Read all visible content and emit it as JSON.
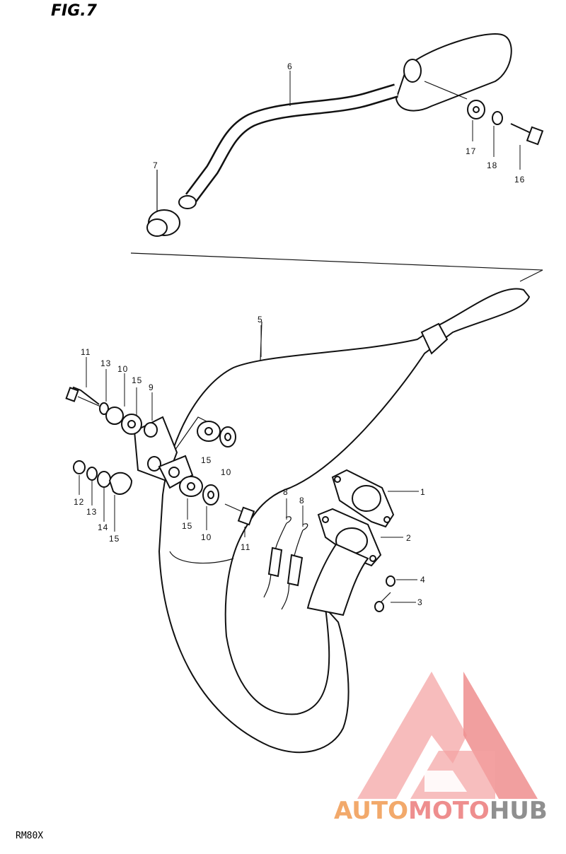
{
  "figure": {
    "title": "FIG.7",
    "model": "RM80X"
  },
  "watermark": {
    "text_part1": "AUTO",
    "text_part2": "MOTO",
    "text_part3": "HUB",
    "colors": {
      "orange": "#f2a96b",
      "pink": "#ee8e8e",
      "grey": "#8f8f8f"
    }
  },
  "callouts": {
    "c1": "1",
    "c2": "2",
    "c3": "3",
    "c4": "4",
    "c5": "5",
    "c6": "6",
    "c7": "7",
    "c8a": "8",
    "c8b": "8",
    "c9": "9",
    "c10a": "10",
    "c10b": "10",
    "c10c": "10",
    "c11a": "11",
    "c11b": "11",
    "c12": "12",
    "c13a": "13",
    "c13b": "13",
    "c14": "14",
    "c15a": "15",
    "c15b": "15",
    "c15c": "15",
    "c15d": "15",
    "c16": "16",
    "c17": "17",
    "c18": "18"
  }
}
